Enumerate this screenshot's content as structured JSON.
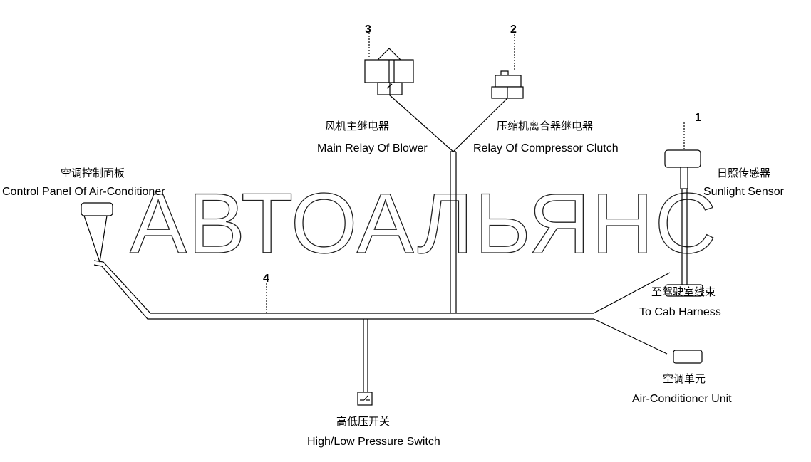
{
  "watermark": "АВТОАЛЬЯНС",
  "components": {
    "c3": {
      "number": "3",
      "cn": "风机主继电器",
      "en": "Main Relay Of Blower"
    },
    "c2": {
      "number": "2",
      "cn": "压缩机离合器继电器",
      "en": "Relay Of Compressor Clutch"
    },
    "c1": {
      "number": "1",
      "cn": "日照传感器",
      "en": "Sunlight Sensor"
    },
    "control_panel": {
      "cn": "空调控制面板",
      "en": "Control Panel Of Air-Conditioner"
    },
    "cab_harness": {
      "cn": "至驾驶室线束",
      "en": "To Cab Harness"
    },
    "ac_unit": {
      "cn": "空调单元",
      "en": "Air-Conditioner Unit"
    },
    "pressure_switch": {
      "cn": "高低压开关",
      "en": "High/Low Pressure Switch"
    },
    "harness": {
      "number": "4"
    }
  }
}
